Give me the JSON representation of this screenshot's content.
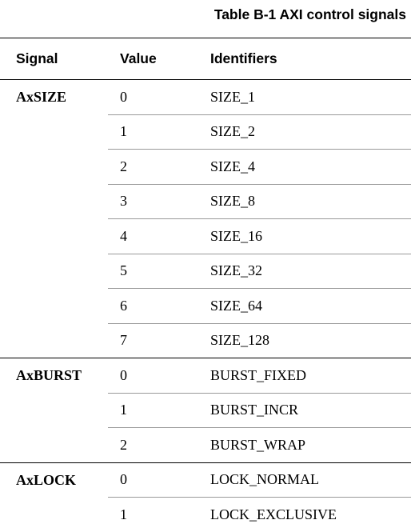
{
  "title": "Table B-1 AXI control signals",
  "headers": {
    "signal": "Signal",
    "value": "Value",
    "identifiers": "Identifiers"
  },
  "groups": [
    {
      "signal": "AxSIZE",
      "rows": [
        {
          "value": "0",
          "identifier": "SIZE_1"
        },
        {
          "value": "1",
          "identifier": "SIZE_2"
        },
        {
          "value": "2",
          "identifier": "SIZE_4"
        },
        {
          "value": "3",
          "identifier": "SIZE_8"
        },
        {
          "value": "4",
          "identifier": "SIZE_16"
        },
        {
          "value": "5",
          "identifier": "SIZE_32"
        },
        {
          "value": "6",
          "identifier": "SIZE_64"
        },
        {
          "value": "7",
          "identifier": "SIZE_128"
        }
      ]
    },
    {
      "signal": "AxBURST",
      "rows": [
        {
          "value": "0",
          "identifier": "BURST_FIXED"
        },
        {
          "value": "1",
          "identifier": "BURST_INCR"
        },
        {
          "value": "2",
          "identifier": "BURST_WRAP"
        }
      ]
    },
    {
      "signal": "AxLOCK",
      "rows": [
        {
          "value": "0",
          "identifier": "LOCK_NORMAL"
        },
        {
          "value": "1",
          "identifier": "LOCK_EXCLUSIVE"
        }
      ]
    }
  ]
}
